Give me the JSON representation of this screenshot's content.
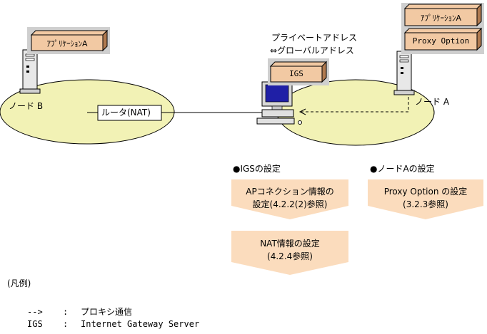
{
  "colors": {
    "network_fill": "#f2f2b5",
    "box_front": "#f2c9a3",
    "box_side": "#b07a50",
    "box_shadow": "#cfcfcf",
    "step_fill": "#fbdcbd",
    "line": "#000000"
  },
  "node_b": {
    "label": "ノード B",
    "app_label": "ｱﾌﾟﾘｹｰｼｮﾝA"
  },
  "node_a": {
    "label": "ノード A",
    "app_label": "ｱﾌﾟﾘｹｰｼｮﾝA",
    "proxy_label": "Proxy Option"
  },
  "router": {
    "label": "ルータ(NAT)"
  },
  "igs": {
    "label": "IGS",
    "caption_line1": "プライベートアドレス",
    "caption_line2": "⇔グローバルアドレス"
  },
  "igs_settings": {
    "heading": "●IGSの設定",
    "step1_line1": "APコネクション情報の",
    "step1_line2": "設定(4.2.2(2)参照)",
    "step2_line1": "NAT情報の設定",
    "step2_line2": "(4.2.4参照)"
  },
  "node_a_settings": {
    "heading": "●ノードAの設定",
    "step_line1": "Proxy Option の設定",
    "step_line2": "(3.2.3参照)"
  },
  "legend": {
    "title": "(凡例)",
    "row1_symbol": "-->",
    "row1_sep": ":",
    "row1_text": "プロキシ通信",
    "row2_symbol": "IGS",
    "row2_sep": ":",
    "row2_text": "Internet Gateway Server"
  }
}
